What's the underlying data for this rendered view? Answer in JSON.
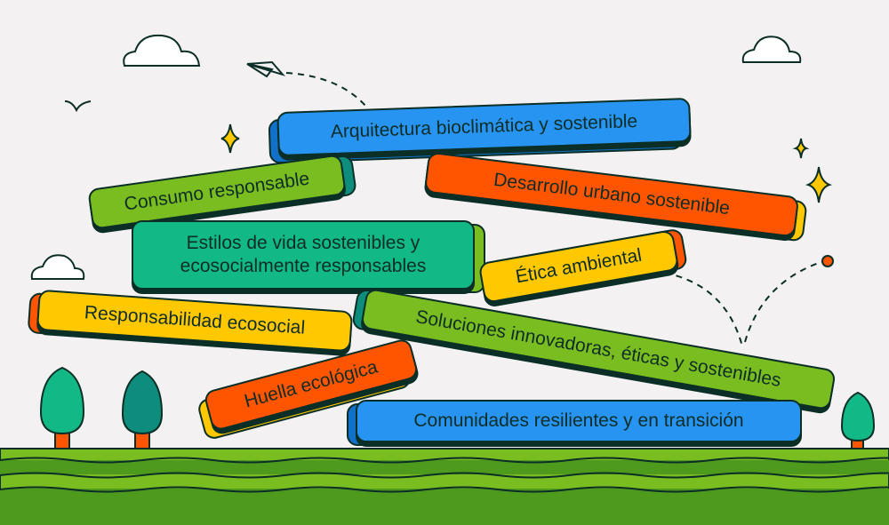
{
  "colors": {
    "background": "#f3f1f2",
    "blue": "#2694f0",
    "green": "#7abd20",
    "orange": "#ff5500",
    "yellow": "#ffc800",
    "mint": "#12b886",
    "teal": "#0e8c7c",
    "outline": "#0b2e26"
  },
  "blocks": [
    {
      "id": "arquitectura",
      "label": "Arquitectura bioclimática y sostenible"
    },
    {
      "id": "consumo",
      "label": "Consumo responsable"
    },
    {
      "id": "desarrollo",
      "label": "Desarrollo urbano sostenible"
    },
    {
      "id": "estilos",
      "label": "Estilos de vida sostenibles y ecosocialmente responsables"
    },
    {
      "id": "etica",
      "label": "Ética ambiental"
    },
    {
      "id": "responsabilidad",
      "label": "Responsabilidad ecosocial"
    },
    {
      "id": "soluciones",
      "label": "Soluciones innovadoras, éticas y sostenibles"
    },
    {
      "id": "huella",
      "label": "Huella ecológica"
    },
    {
      "id": "comunidades",
      "label": "Comunidades resilientes y en transición"
    }
  ],
  "decorations": [
    "cloud-icon",
    "paper-plane-icon",
    "bird-icon",
    "sparkle-icon",
    "tree-icon",
    "ball-icon"
  ]
}
